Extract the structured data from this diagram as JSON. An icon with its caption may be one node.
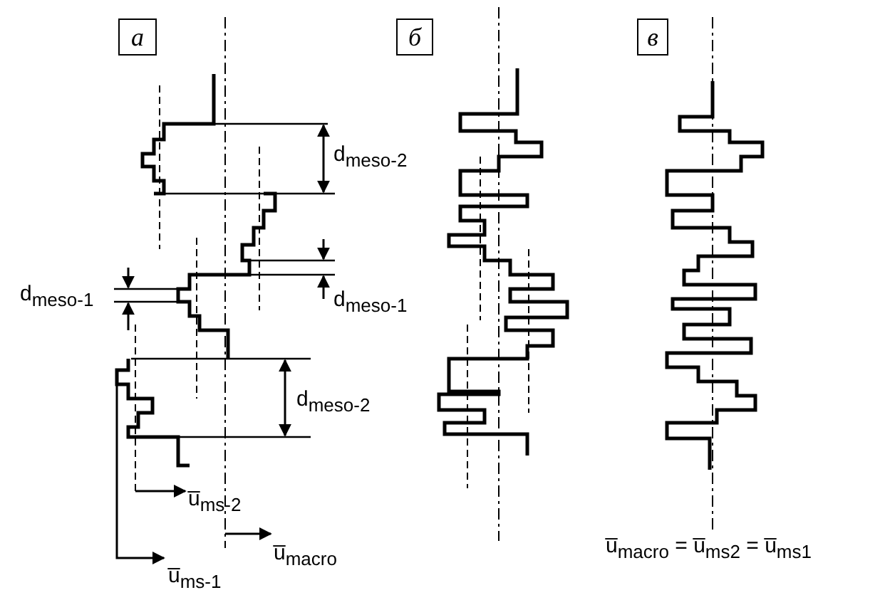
{
  "diagram": {
    "nodes": [
      {
        "text": [
          "а"
        ]
      },
      {
        "text": [
          "б"
        ]
      },
      {
        "text": [
          "в"
        ]
      }
    ],
    "labels": [
      "d$_{meso-2}$",
      "d$_{meso-1}$",
      "d$_{meso-1}$",
      "d$_{meso-2}$",
      "u̅$_{ms-2}$",
      "u̅$_{macro}$",
      "u̅$_{ms-1}$",
      "u̅$_{macro}$ = u̅$_{ms2}$ = u̅$_{ms1}$"
    ]
  }
}
